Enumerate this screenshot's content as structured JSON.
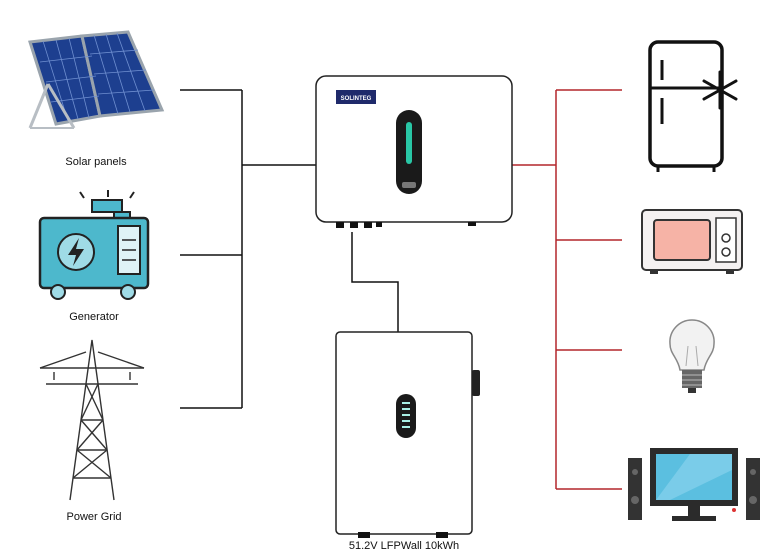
{
  "sources": {
    "solar": {
      "label": "Solar panels",
      "icon": "solar-panel-icon"
    },
    "generator": {
      "label": "Generator",
      "icon": "generator-icon"
    },
    "grid": {
      "label": "Power Grid",
      "icon": "power-tower-icon"
    }
  },
  "inverter": {
    "brand": "SOLINTEG",
    "icon": "hybrid-inverter-icon"
  },
  "battery": {
    "label": "51.2V LFPWall 10kWh",
    "icon": "battery-wall-icon"
  },
  "loads": [
    {
      "icon": "refrigerator-icon"
    },
    {
      "icon": "microwave-icon"
    },
    {
      "icon": "light-bulb-icon"
    },
    {
      "icon": "tv-speakers-icon"
    }
  ],
  "colors": {
    "dc_line": "#111111",
    "ac_line": "#b3262b",
    "solar_blue": "#1d3f8f",
    "generator_teal": "#4db8cc",
    "fridge_outline": "#111111",
    "microwave_window": "#f6b3a6",
    "tv_screen": "#5bbfe0"
  }
}
